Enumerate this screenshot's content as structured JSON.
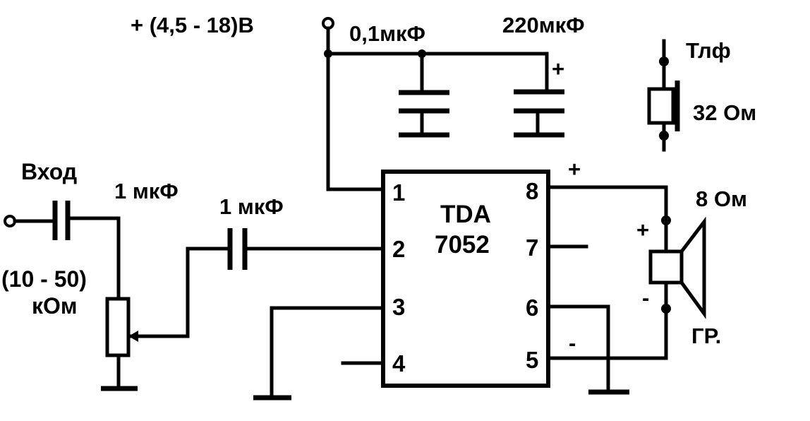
{
  "supply": {
    "label": "+ (4,5 - 18)В"
  },
  "capacitors": {
    "decoupling": "0,1мкФ",
    "bulk": "220мкФ",
    "bulk_polarity": "+",
    "input_coupling": "1 мкФ",
    "pin2_coupling": "1 мкФ"
  },
  "input": {
    "label": "Вход",
    "pot_value_line1": "(10 - 50)",
    "pot_value_line2": "кОм"
  },
  "ic": {
    "name_line1": "TDA",
    "name_line2": "7052",
    "pins": {
      "p1": "1",
      "p2": "2",
      "p3": "3",
      "p4": "4",
      "p5": "5",
      "p6": "6",
      "p7": "7",
      "p8": "8"
    }
  },
  "output": {
    "pin8_polarity": "+",
    "pin5_polarity": "-",
    "speaker_impedance": "8 Ом",
    "speaker_plus": "+",
    "speaker_minus": "-",
    "speaker_label": "ГР.",
    "phone_label": "Тлф",
    "phone_impedance": "32 Ом"
  }
}
